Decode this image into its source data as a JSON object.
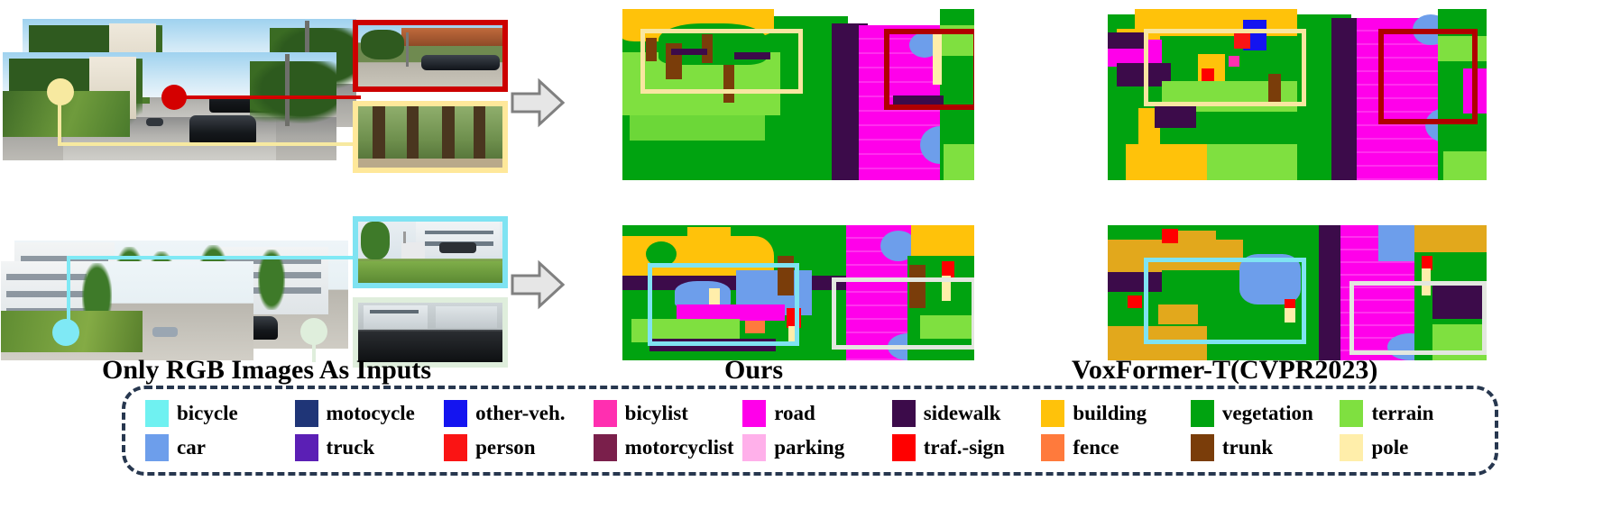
{
  "figure": {
    "captions": {
      "inputs": "Only RGB Images As Inputs",
      "ours": "Ours",
      "baseline": "VoxFormer-T(CVPR2023)"
    },
    "arrow_icon": "right-arrow-icon",
    "arrow_color": "#e6e6e6",
    "arrow_border": "#808080"
  },
  "rows": [
    {
      "id": "row-1",
      "callouts": [
        {
          "name": "yellow-callout",
          "color": "#f7e9a0",
          "target": "pole-region"
        },
        {
          "name": "red-callout",
          "color": "#d40000",
          "target": "car-region"
        }
      ],
      "crops": [
        {
          "name": "crop-red",
          "border": "#cc0000",
          "content": "parked-car-street-crop"
        },
        {
          "name": "crop-yellow",
          "border": "#ffe89a",
          "content": "tree-trunks-crop"
        }
      ],
      "highlight_boxes": [
        {
          "name": "ours-yellow-box",
          "color": "#f8e6a1"
        },
        {
          "name": "ours-red-box",
          "color": "#b00000"
        },
        {
          "name": "baseline-yellow-box",
          "color": "#f8e6a1"
        },
        {
          "name": "baseline-red-box",
          "color": "#b00000"
        }
      ]
    },
    {
      "id": "row-2",
      "callouts": [
        {
          "name": "cyan-callout",
          "color": "#7fe9f5",
          "target": "sign-region"
        },
        {
          "name": "pale-green-callout",
          "color": "#dfeedc",
          "target": "building-region"
        }
      ],
      "crops": [
        {
          "name": "crop-cyan",
          "border": "#7fe3f2",
          "content": "hedge-and-cabinet-crop"
        },
        {
          "name": "crop-green",
          "border": "#dfeedc",
          "content": "dark-facade-crop"
        }
      ],
      "highlight_boxes": [
        {
          "name": "ours-cyan-box",
          "color": "#7fe3f2"
        },
        {
          "name": "ours-white-box",
          "color": "#e3e7df"
        },
        {
          "name": "baseline-cyan-box",
          "color": "#7fe3f2"
        },
        {
          "name": "baseline-white-box",
          "color": "#e3e7df"
        }
      ]
    }
  ],
  "legend": {
    "border_color": "#27374f",
    "items": [
      {
        "label": "bicycle",
        "color": "#6ff1f1",
        "row": 1,
        "col": 1
      },
      {
        "label": "car",
        "color": "#6d9eeb",
        "row": 2,
        "col": 1
      },
      {
        "label": "motocycle",
        "color": "#1f3577",
        "row": 1,
        "col": 2
      },
      {
        "label": "truck",
        "color": "#5b1fb5",
        "row": 2,
        "col": 2
      },
      {
        "label": "other-veh.",
        "color": "#1414f0",
        "row": 1,
        "col": 3
      },
      {
        "label": "person",
        "color": "#fa1414",
        "row": 2,
        "col": 3
      },
      {
        "label": "bicylist",
        "color": "#ff2fb0",
        "row": 1,
        "col": 4
      },
      {
        "label": "motorcyclist",
        "color": "#7a1f4b",
        "row": 2,
        "col": 4
      },
      {
        "label": "road",
        "color": "#ff00ea",
        "row": 1,
        "col": 5
      },
      {
        "label": "parking",
        "color": "#ffb0ea",
        "row": 2,
        "col": 5
      },
      {
        "label": "sidewalk",
        "color": "#3c0b4a",
        "row": 1,
        "col": 6
      },
      {
        "label": "traf.-sign",
        "color": "#ff0000",
        "row": 2,
        "col": 6
      },
      {
        "label": "building",
        "color": "#ffc20a",
        "row": 1,
        "col": 7
      },
      {
        "label": "fence",
        "color": "#ff7a3c",
        "row": 2,
        "col": 7
      },
      {
        "label": "vegetation",
        "color": "#00a310",
        "row": 1,
        "col": 8
      },
      {
        "label": "trunk",
        "color": "#7a3d0a",
        "row": 2,
        "col": 8
      },
      {
        "label": "terrain",
        "color": "#7fe040",
        "row": 1,
        "col": 9
      },
      {
        "label": "pole",
        "color": "#ffeeaa",
        "row": 2,
        "col": 9
      }
    ]
  },
  "palette": {
    "road": "#ff00ea",
    "sidewalk": "#3c0b4a",
    "building": "#ffc20a",
    "vegetation": "#00a310",
    "terrain": "#7fe040",
    "trunk": "#7a3d0a",
    "car": "#6d9eeb",
    "pole": "#ffeeaa",
    "traf_sign": "#ff0000",
    "fence": "#ff7a3c",
    "truck": "#5b1fb5",
    "other_veh": "#1414f0",
    "person": "#fa1414",
    "bicylist": "#ff2fb0",
    "parking": "#ffb0ea",
    "motorcyclist": "#7a1f4b"
  }
}
